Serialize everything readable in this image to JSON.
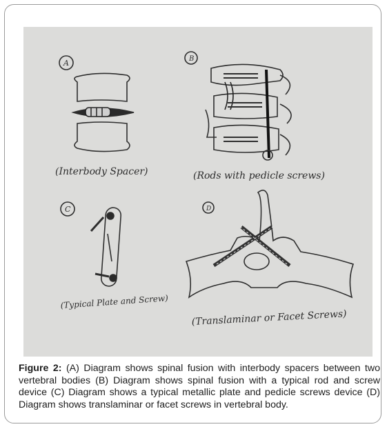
{
  "figure": {
    "panels": [
      {
        "letter": "A",
        "label": "(Interbody Spacer)"
      },
      {
        "letter": "B",
        "label": "(Rods with pedicle screws)"
      },
      {
        "letter": "C",
        "label": "(Typical Plate and Screw)"
      },
      {
        "letter": "D",
        "label": "(Translaminar or Facet Screws)"
      }
    ]
  },
  "caption": {
    "label": "Figure 2:",
    "text": " (A) Diagram shows spinal fusion with interbody spacers between two vertebral bodies (B) Diagram shows spinal fusion with a typical rod and screw device (C) Diagram shows a typical metallic plate and pedicle screws device (D) Diagram shows translaminar or facet screws in vertebral body."
  }
}
